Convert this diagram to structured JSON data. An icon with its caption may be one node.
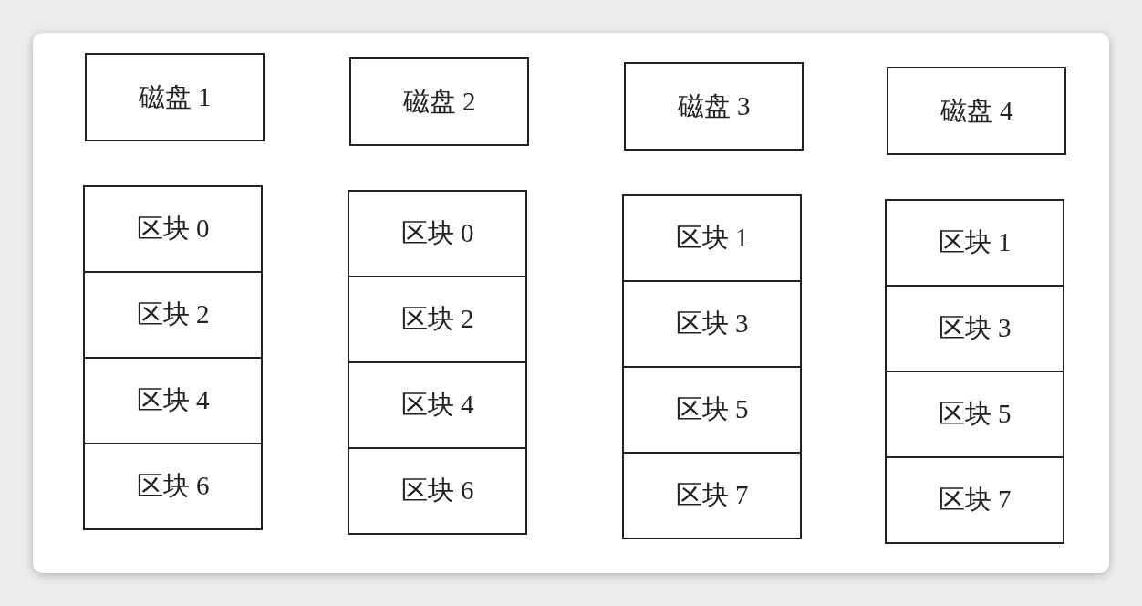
{
  "diagram": {
    "nodes": [
      {
        "text": [
          "磁盘 1"
        ]
      },
      {
        "text": [
          "磁盘 2"
        ]
      },
      {
        "text": [
          "磁盘 3"
        ]
      },
      {
        "text": [
          "磁盘 4"
        ]
      },
      {
        "text": [
          "区块 0"
        ]
      },
      {
        "text": [
          "区块 2"
        ]
      },
      {
        "text": [
          "区块 4"
        ]
      },
      {
        "text": [
          "区块 6"
        ]
      },
      {
        "text": [
          "区块 0"
        ]
      },
      {
        "text": [
          "区块 2"
        ]
      },
      {
        "text": [
          "区块 4"
        ]
      },
      {
        "text": [
          "区块 6"
        ]
      },
      {
        "text": [
          "区块 1"
        ]
      },
      {
        "text": [
          "区块 3"
        ]
      },
      {
        "text": [
          "区块 5"
        ]
      },
      {
        "text": [
          "区块 7"
        ]
      },
      {
        "text": [
          "区块 1"
        ]
      },
      {
        "text": [
          "区块 3"
        ]
      },
      {
        "text": [
          "区块 5"
        ]
      },
      {
        "text": [
          "区块 7"
        ]
      }
    ]
  }
}
